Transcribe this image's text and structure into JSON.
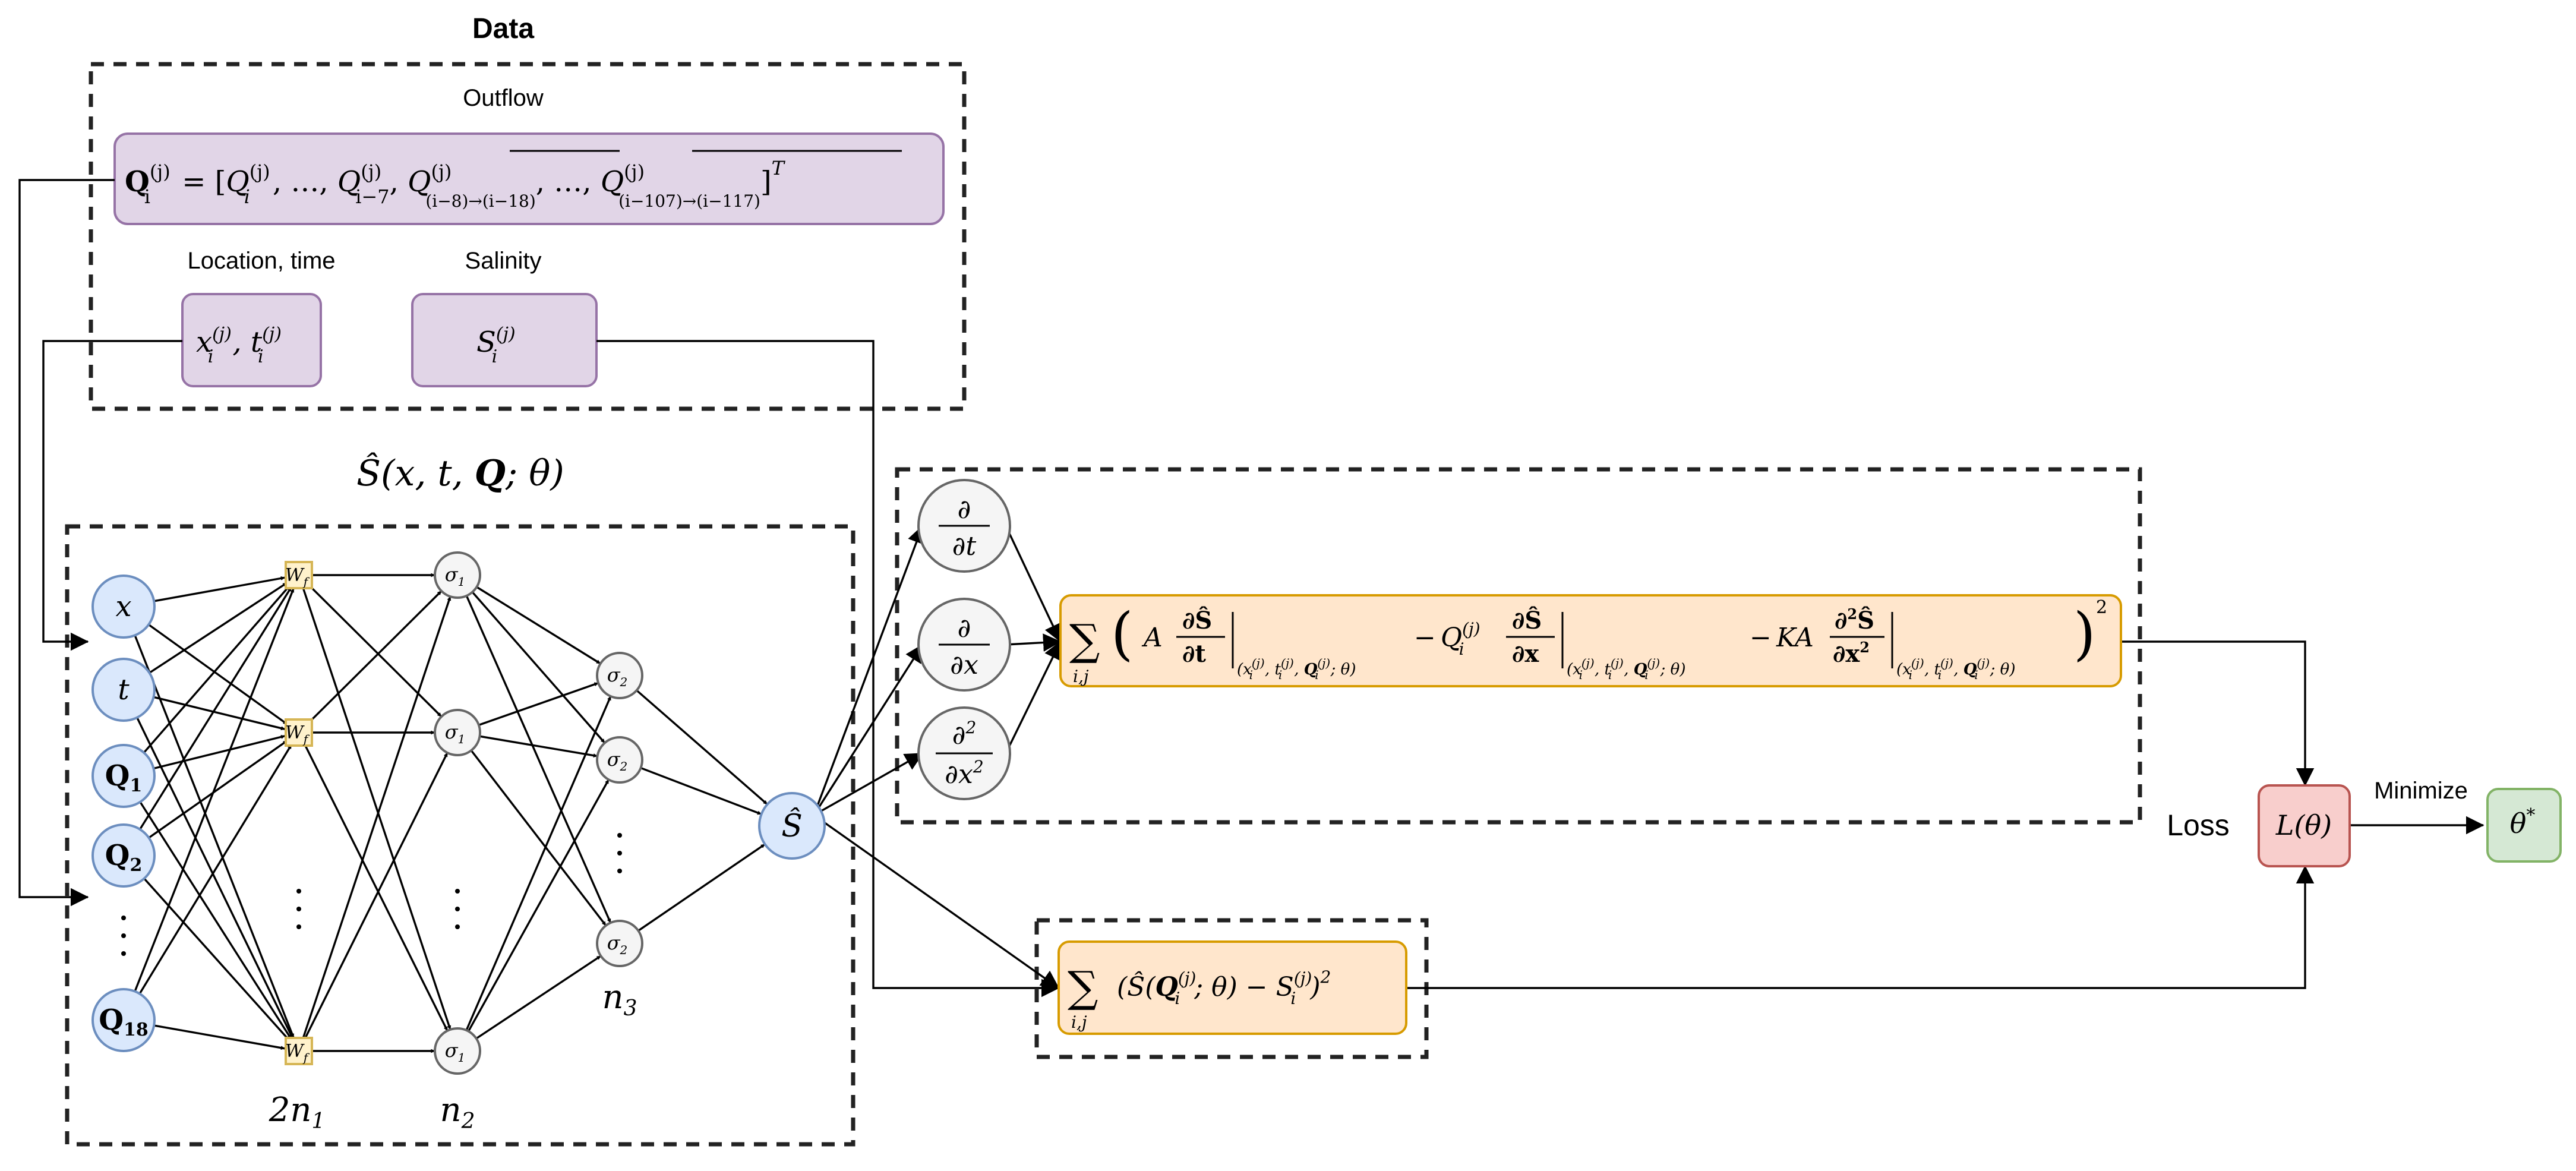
{
  "title": "Data",
  "data_box": {
    "outflow_label": "Outflow",
    "outflow_formula": "Q_i^(j) = [Q_i^(j), ..., Q_(i-7)^(j), Q̄_((i-8)→(i-18))^(j), ..., Q̄_((i-107)→(i-117))^(j)]^T",
    "location_label": "Location, time",
    "location_formula": "x_i^(j), t_i^(j)",
    "salinity_label": "Salinity",
    "salinity_formula": "S_i^(j)"
  },
  "network": {
    "function_label": "Ŝ(x, t, Q; θ)",
    "inputs": [
      "x",
      "t",
      "Q1",
      "Q2",
      "⋮",
      "Q18"
    ],
    "layer1_node": "Wf",
    "layer2_node": "σ1",
    "layer3_node": "σ2",
    "output_node": "Ŝ",
    "layer_labels": [
      "2n1",
      "n2",
      "n3"
    ],
    "ellipsis": "⋮"
  },
  "physics": {
    "derivatives": [
      "∂/∂t",
      "∂/∂x",
      "∂²/∂x²"
    ],
    "pde_loss": "Σ_(i,j) ( A ∂Ŝ/∂t |_(x_i^(j), t_i^(j), Q_i^(j); θ) − Q_i^(j) ∂Ŝ/∂x |_(x_i^(j), t_i^(j), Q_i^(j); θ) − KA ∂²Ŝ/∂x² |_(x_i^(j), t_i^(j), Q_i^(j); θ) )²",
    "data_loss": "Σ_(i,j) (Ŝ(Q_i^(j); θ) − S_i^(j))²"
  },
  "optimization": {
    "loss_label": "Loss",
    "loss_node": "L(θ)",
    "minimize_label": "Minimize",
    "result_node": "θ*"
  },
  "colors": {
    "purple_fill": "#e1d5e7",
    "purple_stroke": "#9673a6",
    "blue_fill": "#dae8fc",
    "blue_stroke": "#6c8ebf",
    "yellow_fill": "#fff2cc",
    "yellow_stroke": "#d6b656",
    "gray_fill": "#f5f5f5",
    "gray_stroke": "#666666",
    "orange_fill": "#ffe6cc",
    "orange_stroke": "#d79b00",
    "red_fill": "#f8cecc",
    "red_stroke": "#b85450",
    "green_fill": "#d5e8d4",
    "green_stroke": "#82b366"
  }
}
